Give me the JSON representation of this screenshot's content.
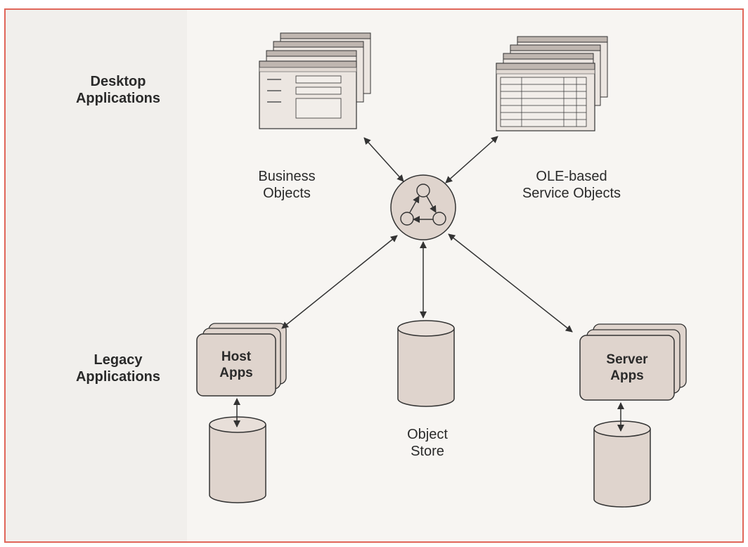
{
  "diagram": {
    "labels": {
      "desktop_applications": [
        "Desktop",
        "Applications"
      ],
      "legacy_applications": [
        "Legacy",
        "Applications"
      ],
      "business_objects": [
        "Business",
        "Objects"
      ],
      "ole_service_objects": [
        "OLE-based",
        "Service Objects"
      ],
      "object_store": [
        "Object",
        "Store"
      ],
      "host_apps": [
        "Host",
        "Apps"
      ],
      "server_apps": [
        "Server",
        "Apps"
      ]
    },
    "colors": {
      "frame_border": "#e0665a",
      "shape_fill": "#dfd4cd",
      "line": "#333333"
    }
  }
}
